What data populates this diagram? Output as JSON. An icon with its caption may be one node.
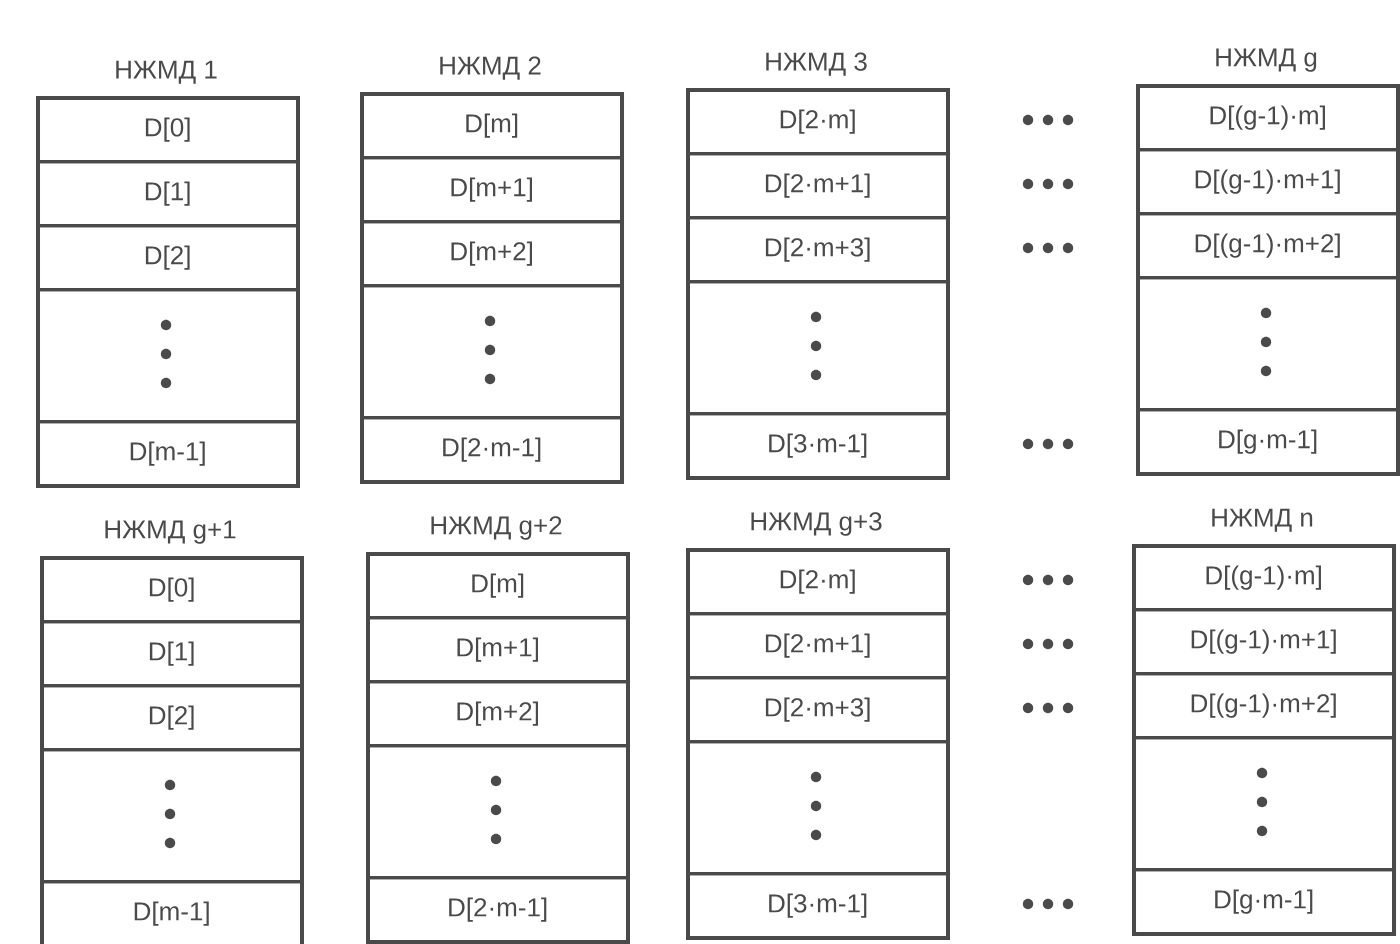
{
  "diagram": {
    "nodes": [
      {
        "text": [
          "НЖМД 1"
        ]
      },
      {
        "text": [
          "D[0]"
        ],
        "in": 0
      },
      {
        "text": [
          "D[1]"
        ],
        "in": 0
      },
      {
        "text": [
          "D[2]"
        ],
        "in": 0
      },
      {
        "text": [],
        "shape": "box",
        "in": 0
      },
      {
        "text": [
          "D[m-1]"
        ],
        "in": 0
      },
      {
        "text": [
          "НЖМД 2"
        ]
      },
      {
        "text": [
          "D[m]"
        ],
        "in": 6
      },
      {
        "text": [
          "D[m+1]"
        ],
        "in": 6
      },
      {
        "text": [
          "D[m+2]"
        ],
        "in": 6
      },
      {
        "text": [],
        "shape": "box",
        "in": 6
      },
      {
        "text": [
          "D[2·m-1]"
        ],
        "in": 6
      },
      {
        "text": [
          "НЖМД 3"
        ]
      },
      {
        "text": [
          "D[2·m]"
        ],
        "in": 12
      },
      {
        "text": [
          "D[2·m+1]"
        ],
        "in": 12
      },
      {
        "text": [
          "D[2·m+3]"
        ],
        "in": 12
      },
      {
        "text": [],
        "shape": "box",
        "in": 12
      },
      {
        "text": [
          "D[3·m-1]"
        ],
        "in": 12
      },
      {
        "text": [
          "НЖМД g"
        ]
      },
      {
        "text": [
          "D[(g-1)·m]"
        ],
        "in": 18
      },
      {
        "text": [
          "D[(g-1)·m+1]"
        ],
        "in": 18
      },
      {
        "text": [
          "D[(g-1)·m+2]"
        ],
        "in": 18
      },
      {
        "text": [],
        "shape": "box",
        "in": 18
      },
      {
        "text": [
          "D[g·m-1]"
        ],
        "in": 18
      },
      {
        "text": [
          "НЖМД g+1"
        ]
      },
      {
        "text": [
          "D[0]"
        ],
        "in": 24
      },
      {
        "text": [
          "D[1]"
        ],
        "in": 24
      },
      {
        "text": [
          "D[2]"
        ],
        "in": 24
      },
      {
        "text": [],
        "shape": "box",
        "in": 24
      },
      {
        "text": [
          "D[m-1]"
        ],
        "in": 24
      },
      {
        "text": [
          "НЖМД g+2"
        ]
      },
      {
        "text": [
          "D[m]"
        ],
        "in": 30
      },
      {
        "text": [
          "D[m+1]"
        ],
        "in": 30
      },
      {
        "text": [
          "D[m+2]"
        ],
        "in": 30
      },
      {
        "text": [],
        "shape": "box",
        "in": 30
      },
      {
        "text": [
          "D[2·m-1]"
        ],
        "in": 30
      },
      {
        "text": [
          "НЖМД g+3"
        ]
      },
      {
        "text": [
          "D[2·m]"
        ],
        "in": 36
      },
      {
        "text": [
          "D[2·m+1]"
        ],
        "in": 36
      },
      {
        "text": [
          "D[2·m+3]"
        ],
        "in": 36
      },
      {
        "text": [],
        "shape": "box",
        "in": 36
      },
      {
        "text": [
          "D[3·m-1]"
        ],
        "in": 36
      },
      {
        "text": [
          "НЖМД n"
        ]
      },
      {
        "text": [
          "D[(g-1)·m]"
        ],
        "in": 42
      },
      {
        "text": [
          "D[(g-1)·m+1]"
        ],
        "in": 42
      },
      {
        "text": [
          "D[(g-1)·m+2]"
        ],
        "in": 42
      },
      {
        "text": [],
        "shape": "box",
        "in": 42
      },
      {
        "text": [
          "D[g·m-1]"
        ],
        "in": 42
      }
    ]
  }
}
